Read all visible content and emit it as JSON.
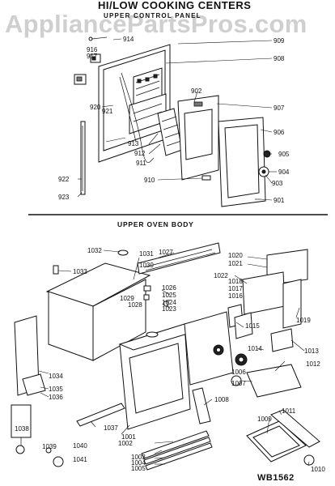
{
  "watermark": "AppliancePartsPros.com",
  "header": {
    "title": "HI/LOW COOKING CENTERS",
    "subtitle": "UPPER CONTROL PANEL"
  },
  "section_lower": {
    "title": "UPPER OVEN BODY"
  },
  "drawing_code": "WB1562",
  "callouts_upper": [
    "914",
    "909",
    "916",
    "917",
    "908",
    "920",
    "921",
    "902",
    "907",
    "906",
    "913",
    "912",
    "911",
    "905",
    "904",
    "903",
    "910",
    "922",
    "923",
    "901"
  ],
  "callouts_lower": [
    "1032",
    "1031",
    "1027",
    "1033",
    "1030",
    "1020",
    "1021",
    "1022",
    "1029",
    "1026",
    "1028",
    "1025",
    "1024",
    "1023",
    "1018",
    "1017",
    "1016",
    "1015",
    "1019",
    "1014",
    "1013",
    "1006",
    "1007",
    "1012",
    "1034",
    "1035",
    "1036",
    "1008",
    "1037",
    "1011",
    "1038",
    "1001",
    "1002",
    "1009",
    "1039",
    "1040",
    "1041",
    "1003",
    "1004",
    "1005",
    "1010"
  ]
}
